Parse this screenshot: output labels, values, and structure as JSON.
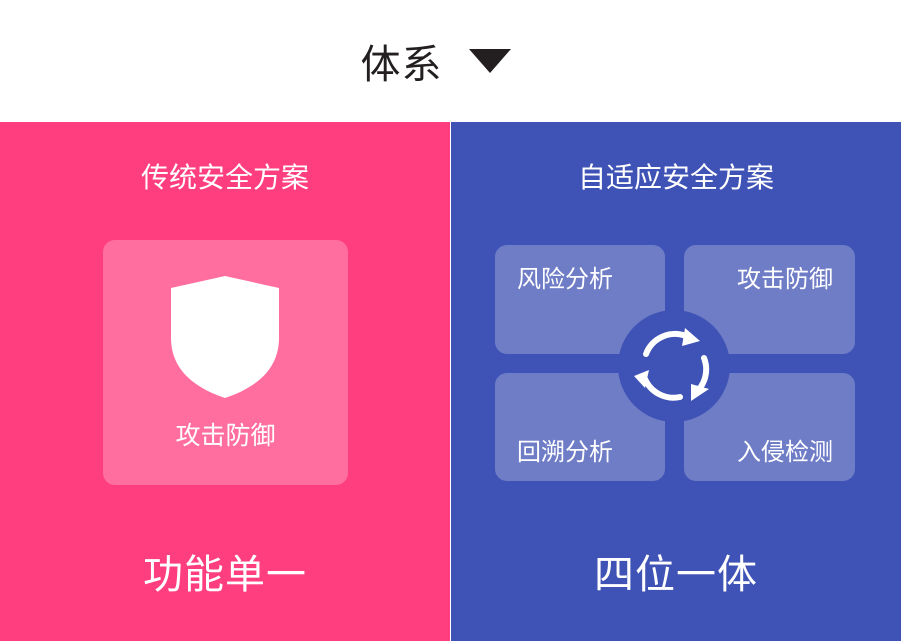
{
  "header": {
    "title": "体系",
    "arrow_icon": "triangle-down-icon"
  },
  "left_panel": {
    "title": "传统安全方案",
    "card": {
      "icon": "shield-icon",
      "label": "攻击防御"
    },
    "footer": "功能单一",
    "color": "#ff3e7f"
  },
  "right_panel": {
    "title": "自适应安全方案",
    "quadrants": [
      {
        "label": "风险分析"
      },
      {
        "label": "攻击防御"
      },
      {
        "label": "回溯分析"
      },
      {
        "label": "入侵检测"
      }
    ],
    "center_icon": "cycle-arrows-icon",
    "footer": "四位一体",
    "color": "#3f52b5"
  }
}
